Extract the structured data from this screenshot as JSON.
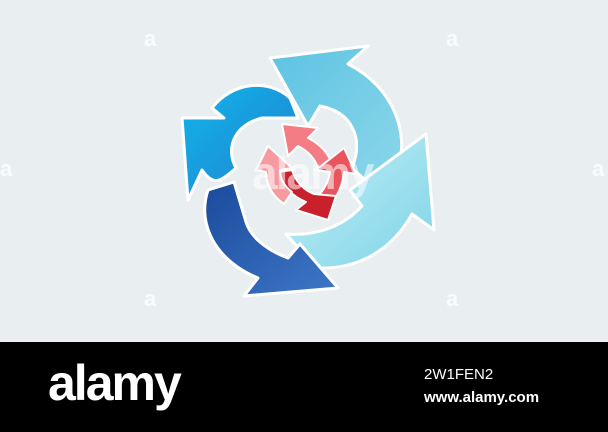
{
  "image": {
    "subject": "cycle-arrows-graphic",
    "colors": {
      "background": "#e9eef1",
      "arrow_dark_blue": "#2f5fae",
      "arrow_blue": "#1a9be0",
      "arrow_light_blue": "#6ccbe6",
      "arrow_pale_cyan": "#9fe0ee",
      "inner_arrows": "#e4505a"
    }
  },
  "watermark": {
    "center_text": "alamy",
    "corner_mark": "a"
  },
  "footer": {
    "brand": "alamy",
    "image_id": "2W1FEN2",
    "site_url": "www.alamy.com"
  }
}
